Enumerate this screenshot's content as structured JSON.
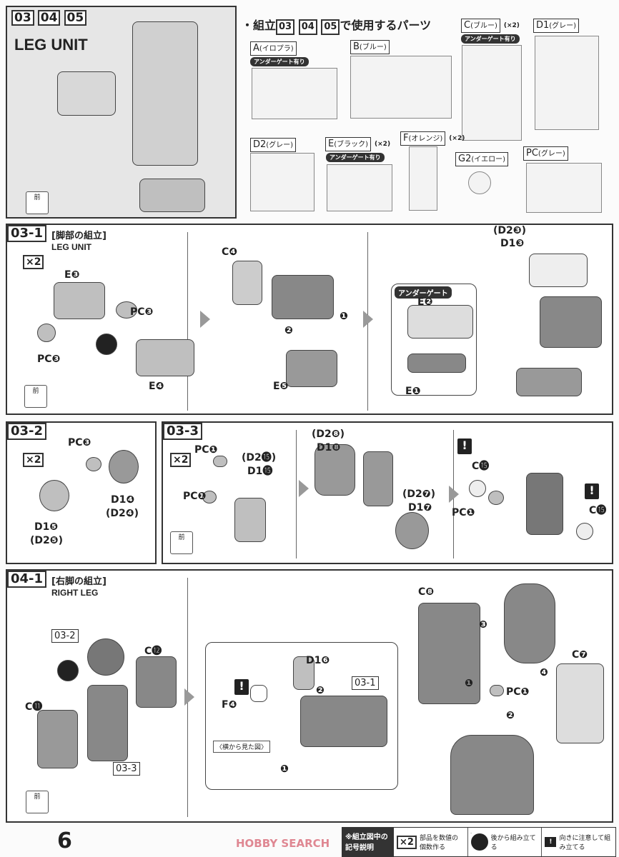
{
  "header": {
    "steps": [
      "03",
      "04",
      "05"
    ],
    "title": "LEG UNIT",
    "front_label": "前"
  },
  "parts_list": {
    "heading_prefix": "・組立",
    "heading_suffix": "で使用するパーツ",
    "heading_steps": [
      "03",
      "04",
      "05"
    ],
    "under_gate": "アンダーゲート有り",
    "runners": [
      {
        "label": "A",
        "color": "(イロプラ)",
        "qty": ""
      },
      {
        "label": "B",
        "color": "(ブルー)",
        "qty": ""
      },
      {
        "label": "C",
        "color": "(ブルー)",
        "qty": "(×2)"
      },
      {
        "label": "D1",
        "color": "(グレー)",
        "qty": ""
      },
      {
        "label": "D2",
        "color": "(グレー)",
        "qty": ""
      },
      {
        "label": "E",
        "color": "(ブラック)",
        "qty": "(×2)"
      },
      {
        "label": "F",
        "color": "(オレンジ)",
        "qty": "(×2)"
      },
      {
        "label": "G2",
        "color": "(イエロー)",
        "qty": ""
      },
      {
        "label": "PC",
        "color": "(グレー)",
        "qty": ""
      }
    ]
  },
  "step_03_1": {
    "num": "03-1",
    "title_jp": "[脚部の組立]",
    "title_en": "LEG UNIT",
    "qty": "×2",
    "labels": [
      "E❸",
      "PC❸",
      "PC❸",
      "E❹",
      "C❹",
      "E❺",
      "❷",
      "❶",
      "アンダーゲート",
      "E❷",
      "E❶",
      "(D2❸)",
      "D1❸"
    ]
  },
  "step_03_2": {
    "num": "03-2",
    "qty": "×2",
    "labels": [
      "PC❸",
      "D1❹",
      "(D2❹)",
      "D1❺",
      "(D2❺)"
    ]
  },
  "step_03_3": {
    "num": "03-3",
    "qty": "×2",
    "labels": [
      "PC❶",
      "PC❶",
      "(D2⓯)",
      "D1⓯",
      "(D2❽)",
      "D1❽",
      "(D2❼)",
      "D1❼",
      "C⓯",
      "PC❶",
      "C⓯"
    ]
  },
  "step_04_1": {
    "num": "04-1",
    "title_jp": "[右脚の組立]",
    "title_en": "RIGHT LEG",
    "labels": [
      "03-2",
      "C⓬",
      "C⓫",
      "03-3",
      "D1❻",
      "F❹",
      "03-1",
      "❷",
      "❶",
      "〈横から見た図〉",
      "C❽",
      "❸",
      "❹",
      "C❼",
      "❶",
      "PC❶",
      "❷"
    ]
  },
  "footer": {
    "page": "6",
    "legend_title": "※組立図中の記号説明",
    "legend": [
      {
        "symbol": "×2",
        "text": "部品を数値の個数作る"
      },
      {
        "symbol": "●",
        "text": "後から組み立てる"
      },
      {
        "symbol": "!",
        "text": "向きに注意して組み立てる"
      }
    ],
    "watermark": "HOBBY SEARCH"
  }
}
